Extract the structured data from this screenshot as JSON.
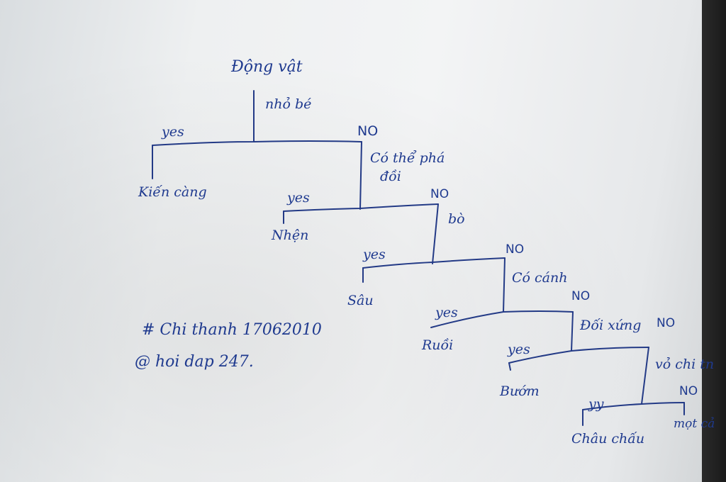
{
  "diagram": {
    "root": "Động vật",
    "questions": {
      "q1": "nhỏ bé",
      "q2_line1": "Có thể phá",
      "q2_line2": "đồi",
      "q3": "bò",
      "q4": "Có cánh",
      "q5": "Đối xứng",
      "q6": "vỏ chi tn"
    },
    "answers": {
      "yes": "yes",
      "no": "NO",
      "yes_short": "yy"
    },
    "leaves": {
      "l1": "Kiến càng",
      "l2": "Nhện",
      "l3": "Sâu",
      "l4": "Ruồi",
      "l5": "Bướm",
      "l6": "Châu chấu",
      "l7": "mọt cả"
    },
    "signature": {
      "line1": "# Chi thanh 17062010",
      "line2": "@ hoi dap 247."
    }
  },
  "colors": {
    "ink": "#233a86",
    "paper": "#f1f2f3"
  }
}
